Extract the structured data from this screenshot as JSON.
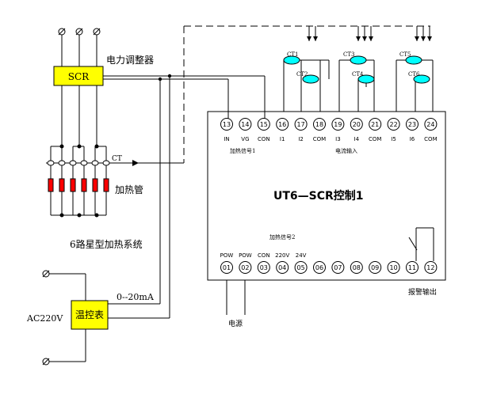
{
  "labels": {
    "scr": "SCR",
    "power_regulator": "电力调整器",
    "ct": "CT",
    "heater": "加热管",
    "system": "6路星型加热系统",
    "temp_controller": "温控表",
    "ac": "AC220V",
    "signal": "0--20mA",
    "controller_title": "UT6—SCR控制1",
    "heat_signal_1": "加热信号1",
    "heat_signal_2": "加热信号2",
    "current_input": "电流输入",
    "power_supply": "电源",
    "alarm_output": "报警输出"
  },
  "current_transformers": [
    "CT1",
    "CT2",
    "CT3",
    "CT4",
    "CT5",
    "CT6"
  ],
  "top_terminals": [
    "13",
    "14",
    "15",
    "16",
    "17",
    "18",
    "19",
    "20",
    "21",
    "22",
    "23",
    "24"
  ],
  "top_terminal_labels": [
    "IN",
    "VG",
    "CON",
    "I1",
    "I2",
    "COM",
    "I3",
    "I4",
    "COM",
    "I5",
    "I6",
    "COM"
  ],
  "bottom_terminals": [
    "01",
    "02",
    "03",
    "04",
    "05",
    "06",
    "07",
    "08",
    "09",
    "10",
    "11",
    "12"
  ],
  "bottom_terminal_labels": [
    "POW",
    "POW",
    "CON",
    "220V",
    "24V",
    "",
    "",
    "",
    "",
    "",
    "",
    ""
  ],
  "colors": {
    "box_fill": "#ffff00",
    "ct_fill": "#00ffff",
    "heater_fill": "#ff0000",
    "line": "#000000"
  }
}
